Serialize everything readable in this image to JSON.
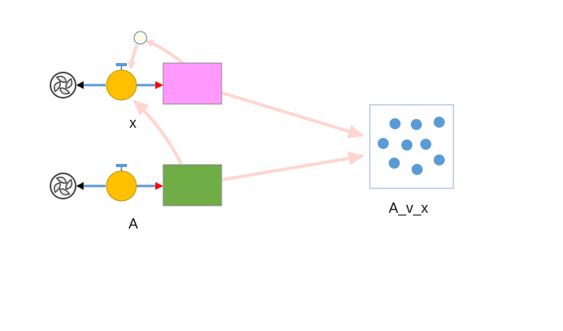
{
  "diagram": {
    "nodes": {
      "stock_x": {
        "label": "x",
        "color": "#ff99ff"
      },
      "stock_A": {
        "label": "A",
        "color": "#70ad47"
      },
      "graph": {
        "label": "A_v_x",
        "dot_color": "#5b9bd5",
        "border_color": "#b4c7e7"
      },
      "connector": {
        "label": ""
      }
    },
    "colors": {
      "link": "#ffd5d0",
      "valve": "#ffc000",
      "flow_pipe": "#5b9bd5",
      "flow_arrow": "#ff0000",
      "cloud_arrow": "#000000"
    },
    "icons": [
      "cloud-icon",
      "valve-icon",
      "connector-icon",
      "scatter-icon"
    ]
  }
}
